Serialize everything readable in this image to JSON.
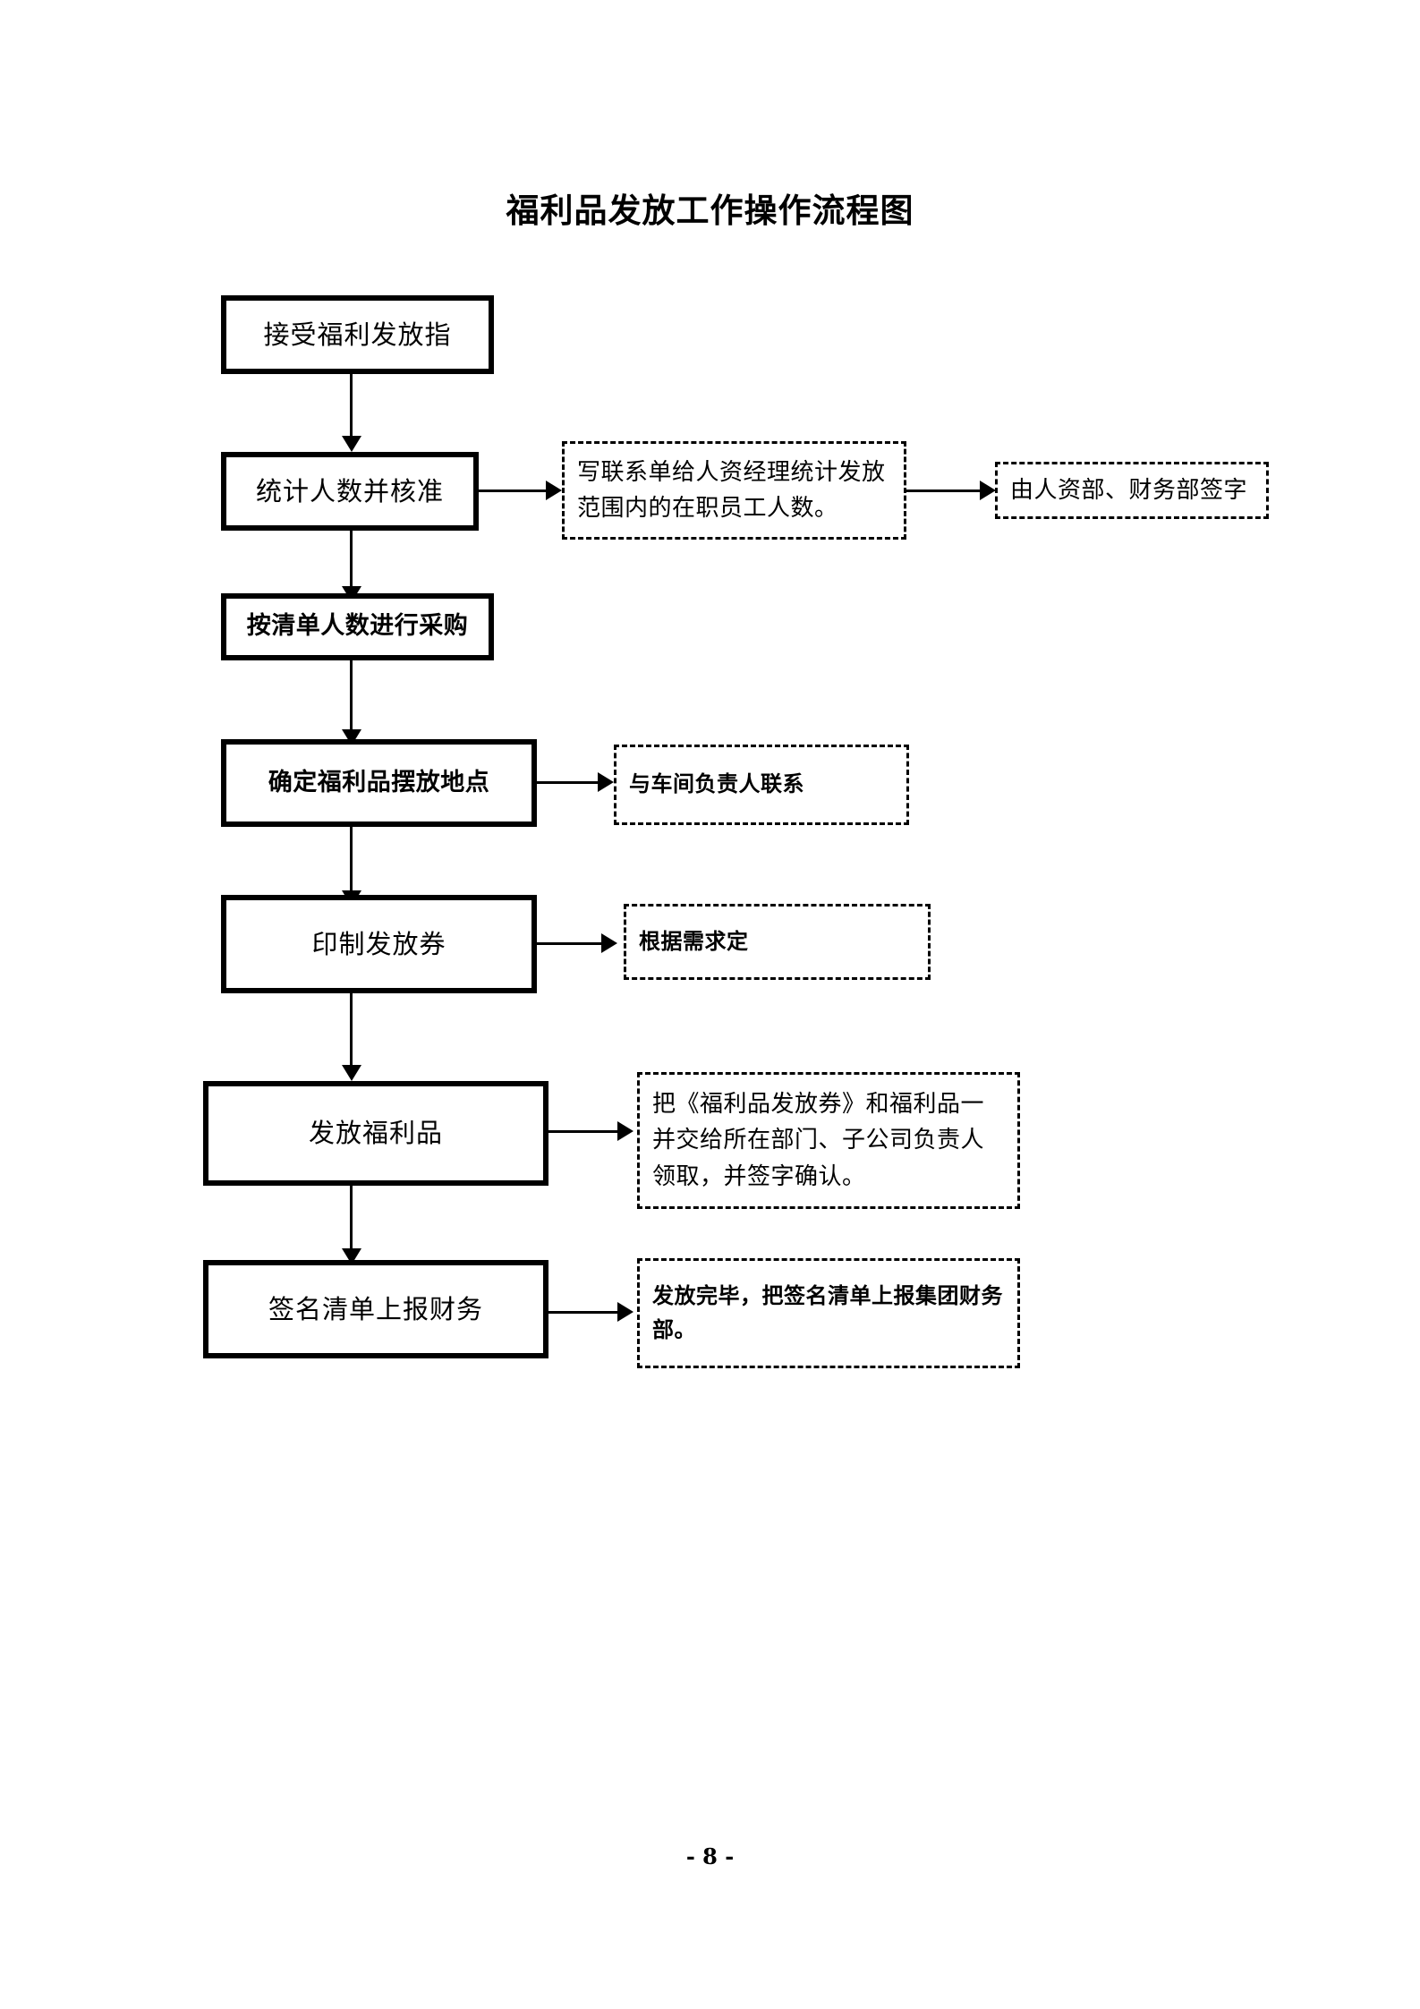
{
  "document": {
    "title": "福利品发放工作操作流程图",
    "page_number": "- 8 -"
  },
  "flow": {
    "nodes": [
      {
        "id": "n1",
        "label": "接受福利发放指",
        "style": "serif"
      },
      {
        "id": "n2",
        "label": "统计人数并核准",
        "style": "serif"
      },
      {
        "id": "n3",
        "label": "按清单人数进行采购",
        "style": "sans-bold"
      },
      {
        "id": "n4",
        "label": "确定福利品摆放地点",
        "style": "sans-bold"
      },
      {
        "id": "n5",
        "label": "印制发放券",
        "style": "serif"
      },
      {
        "id": "n6",
        "label": "发放福利品",
        "style": "serif"
      },
      {
        "id": "n7",
        "label": "签名清单上报财务",
        "style": "serif"
      }
    ],
    "notes": [
      {
        "id": "a1",
        "label": "写联系单给人资经理统计发放范围内的在职员工人数。",
        "from": "n2",
        "style": "serif"
      },
      {
        "id": "a2",
        "label": "由人资部、财务部签字",
        "from": "a1",
        "style": "serif"
      },
      {
        "id": "a3",
        "label": "与车间负责人联系",
        "from": "n4",
        "style": "sans-bold"
      },
      {
        "id": "a4",
        "label": "根据需求定",
        "from": "n5",
        "style": "sans-bold"
      },
      {
        "id": "a5",
        "label": "把《福利品发放券》和福利品一并交给所在部门、子公司负责人领取，并签字确认。",
        "from": "n6",
        "style": "serif"
      },
      {
        "id": "a6",
        "label": "发放完毕，把签名清单上报集团财务部。",
        "from": "n7",
        "style": "sans-bold"
      }
    ],
    "edges": [
      {
        "from": "n1",
        "to": "n2",
        "direction": "down"
      },
      {
        "from": "n2",
        "to": "n3",
        "direction": "down"
      },
      {
        "from": "n3",
        "to": "n4",
        "direction": "down"
      },
      {
        "from": "n4",
        "to": "n5",
        "direction": "down"
      },
      {
        "from": "n5",
        "to": "n6",
        "direction": "down"
      },
      {
        "from": "n6",
        "to": "n7",
        "direction": "down"
      },
      {
        "from": "n2",
        "to": "a1",
        "direction": "right"
      },
      {
        "from": "a1",
        "to": "a2",
        "direction": "right"
      },
      {
        "from": "n4",
        "to": "a3",
        "direction": "right"
      },
      {
        "from": "n5",
        "to": "a4",
        "direction": "right"
      },
      {
        "from": "n6",
        "to": "a5",
        "direction": "right"
      },
      {
        "from": "n7",
        "to": "a6",
        "direction": "right"
      }
    ]
  },
  "colors": {
    "stroke": "#000000",
    "background": "#ffffff"
  }
}
